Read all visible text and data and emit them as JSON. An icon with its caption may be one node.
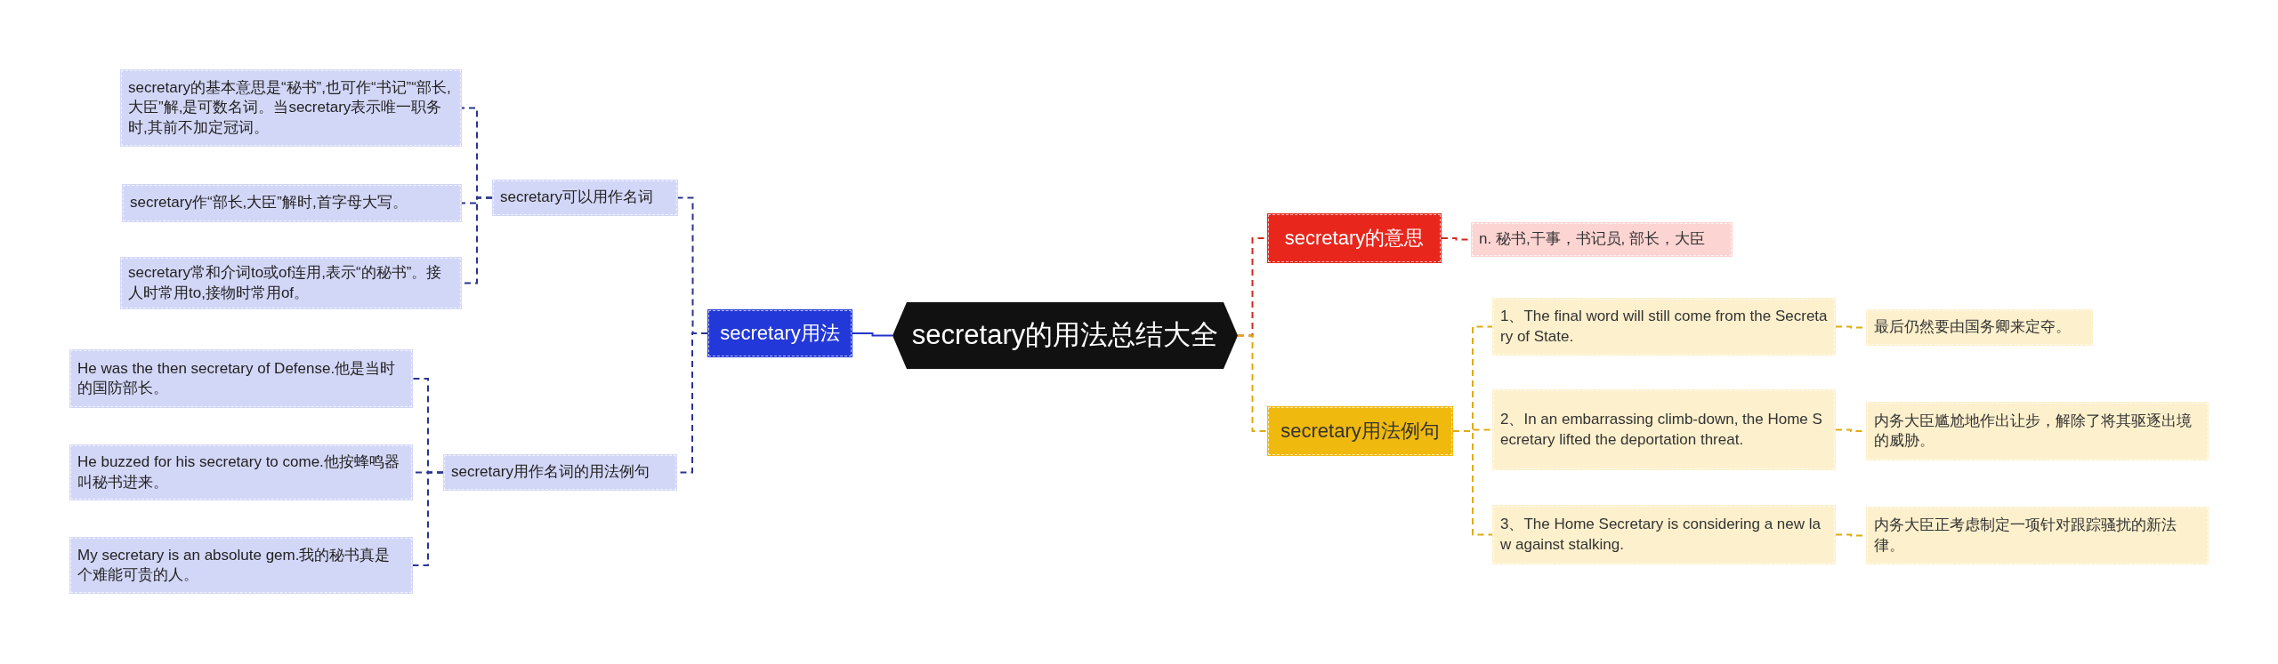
{
  "diagram": {
    "nodes": [
      {
        "text": [
          "secretary的用法总结大全"
        ]
      },
      {
        "text": [
          "secretary用法"
        ]
      },
      {
        "text": [
          "secretary可以用作名词"
        ]
      },
      {
        "text": [
          "secretary的基本意思是“秘书”,也可作“书记”“部长,大臣”解,是可数名词。当secretary表示唯一职务时,其前不加定冠词。"
        ]
      },
      {
        "text": [
          "secretary作“部长,大臣”解时,首字母大写。"
        ]
      },
      {
        "text": [
          "secretary常和介词to或of连用,表示“的秘书”。接人时常用to,接物时常用of。"
        ]
      },
      {
        "text": [
          "secretary用作名词的用法例句"
        ]
      },
      {
        "text": [
          "He was the then secretary of Defense.他是当时的国防部长。"
        ]
      },
      {
        "text": [
          "He buzzed for his secretary to come.他按蜂鸣器叫秘书进来。"
        ]
      },
      {
        "text": [
          "My secretary is an absolute gem.我的秘书真是个难能可贵的人。"
        ]
      },
      {
        "text": [
          "secretary的意思"
        ]
      },
      {
        "text": [
          "n. 秘书,干事，书记员, 部长，大臣"
        ]
      },
      {
        "text": [
          "secretary用法例句"
        ]
      },
      {
        "text": [
          "1、The final word will still come from the Secretary of State."
        ]
      },
      {
        "text": [
          "最后仍然要由国务卿来定夺。"
        ]
      },
      {
        "text": [
          "2、In an embarrassing climb-down, the Home Secretary lifted the deportation threat."
        ]
      },
      {
        "text": [
          "内务大臣尴尬地作出让步，解除了将其驱逐出境的威胁。"
        ]
      },
      {
        "text": [
          "3、The Home Secretary is considering a new law against stalking."
        ]
      },
      {
        "text": [
          "内务大臣正考虑制定一项针对跟踪骚扰的新法律。"
        ]
      }
    ],
    "edges": [
      {
        "from": 0,
        "to": 1,
        "arrow": "none",
        "color": "#2233cc"
      },
      {
        "from": 1,
        "to": 2,
        "arrow": "none",
        "style": "dashed",
        "color": "#2a3590"
      },
      {
        "from": 1,
        "to": 6,
        "arrow": "none",
        "style": "dashed",
        "color": "#2a3590"
      },
      {
        "from": 2,
        "to": 3,
        "arrow": "none",
        "style": "dashed",
        "color": "#2a3590"
      },
      {
        "from": 2,
        "to": 4,
        "arrow": "none",
        "style": "dashed",
        "color": "#2a3590"
      },
      {
        "from": 2,
        "to": 5,
        "arrow": "none",
        "style": "dashed",
        "color": "#2a3590"
      },
      {
        "from": 6,
        "to": 7,
        "arrow": "none",
        "style": "dashed",
        "color": "#2a3590"
      },
      {
        "from": 6,
        "to": 8,
        "arrow": "none",
        "style": "dashed",
        "color": "#2a3590"
      },
      {
        "from": 6,
        "to": 9,
        "arrow": "none",
        "style": "dashed",
        "color": "#2a3590"
      },
      {
        "from": 0,
        "to": 10,
        "arrow": "none",
        "style": "dashed",
        "color": "#d02a22"
      },
      {
        "from": 10,
        "to": 11,
        "arrow": "none",
        "style": "dashed",
        "color": "#d02a22"
      },
      {
        "from": 0,
        "to": 12,
        "arrow": "none",
        "style": "dashed",
        "color": "#e0aa10"
      },
      {
        "from": 12,
        "to": 13,
        "arrow": "none",
        "style": "dashed",
        "color": "#e0aa10"
      },
      {
        "from": 12,
        "to": 15,
        "arrow": "none",
        "style": "dashed",
        "color": "#e0aa10"
      },
      {
        "from": 12,
        "to": 17,
        "arrow": "none",
        "style": "dashed",
        "color": "#e0aa10"
      },
      {
        "from": 13,
        "to": 14,
        "arrow": "none",
        "style": "dashed",
        "color": "#e0aa10"
      },
      {
        "from": 15,
        "to": 16,
        "arrow": "none",
        "style": "dashed",
        "color": "#e0aa10"
      },
      {
        "from": 17,
        "to": 18,
        "arrow": "none",
        "style": "dashed",
        "color": "#e0aa10"
      }
    ]
  }
}
